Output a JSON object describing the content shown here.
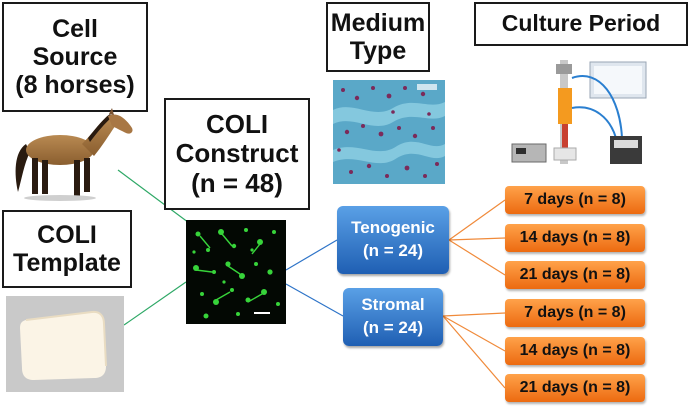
{
  "labels": {
    "cell_source": [
      "Cell",
      "Source",
      "(8 horses)"
    ],
    "coli_construct": [
      "COLI",
      "Construct",
      "(n = 48)"
    ],
    "coli_template": [
      "COLI",
      "Template"
    ],
    "medium_type": [
      "Medium",
      "Type"
    ],
    "culture_period": "Culture Period"
  },
  "media": [
    {
      "name": "Tenogenic",
      "count": "(n = 24)"
    },
    {
      "name": "Stromal",
      "count": "(n = 24)"
    }
  ],
  "periods": [
    "7 days (n = 8)",
    "14 days (n = 8)",
    "21 days (n = 8)",
    "7 days (n = 8)",
    "14 days (n = 8)",
    "21 days (n = 8)"
  ],
  "colors": {
    "blue_box": "#2e74c8",
    "orange_box": "#f47f1f",
    "horse_line": "#2ea866",
    "template_line": "#2ea866",
    "blue_line": "#2e74c8",
    "orange_line": "#f08a3a"
  }
}
